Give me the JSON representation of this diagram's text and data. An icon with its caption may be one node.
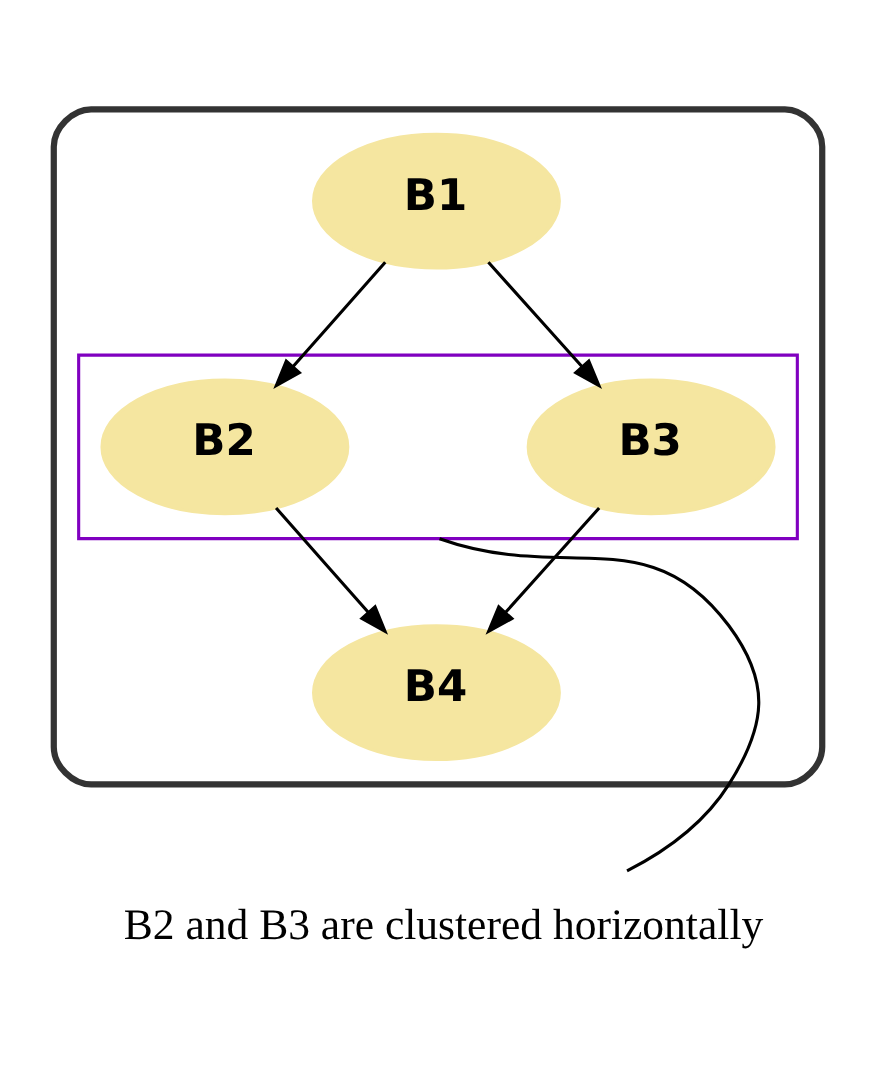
{
  "diagram": {
    "nodes": [
      {
        "text": [],
        "shape": "box"
      },
      {
        "text": [
          "B1"
        ],
        "in": 0
      },
      {
        "text": [],
        "shape": "box",
        "in": 0
      },
      {
        "text": [
          "B2"
        ],
        "in": 2
      },
      {
        "text": [
          "B3"
        ],
        "in": 2
      },
      {
        "text": [
          "B4"
        ],
        "in": 0
      },
      {
        "text": [
          "B2 and B3 are clustered horizontally"
        ]
      }
    ],
    "edges": [
      {
        "from": 1,
        "to": 3,
        "arrow": "to"
      },
      {
        "from": 1,
        "to": 4,
        "arrow": "to"
      },
      {
        "from": 3,
        "to": 5,
        "arrow": "to"
      },
      {
        "from": 4,
        "to": 5,
        "arrow": "to"
      },
      {
        "from": 6,
        "to": 2,
        "arrow": "none"
      }
    ]
  }
}
